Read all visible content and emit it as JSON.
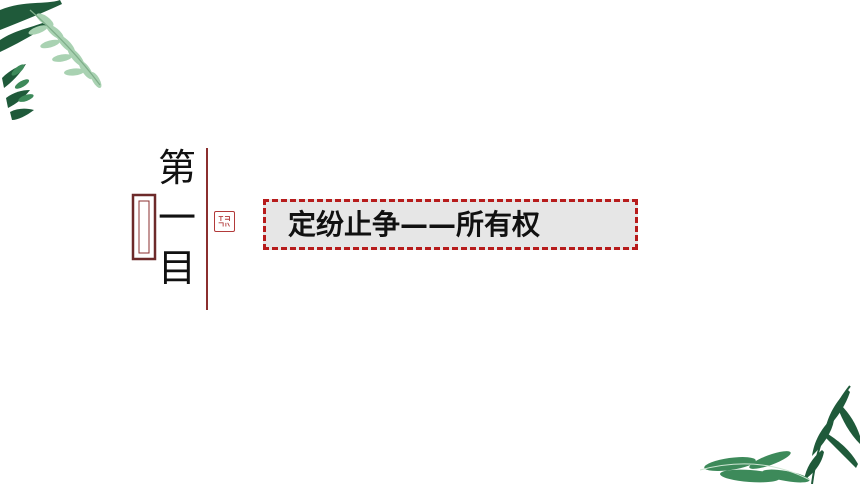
{
  "section_heading": {
    "chars": [
      "第",
      "一",
      "目"
    ]
  },
  "section_title": "定纷止争——所有权",
  "colors": {
    "background": "#ffffff",
    "accent_red": "#b71c1c",
    "title_fill": "#e6e6e6",
    "vertical_rule": "#8b2f2f",
    "leaf_dark": "#1f5a3a",
    "leaf_mid": "#3d8a5a",
    "leaf_light": "#a9d2b2"
  },
  "decorations": [
    "leaf-cluster-top-left",
    "leaf-cluster-bottom-right",
    "seal-stamp",
    "scroll-frame"
  ]
}
